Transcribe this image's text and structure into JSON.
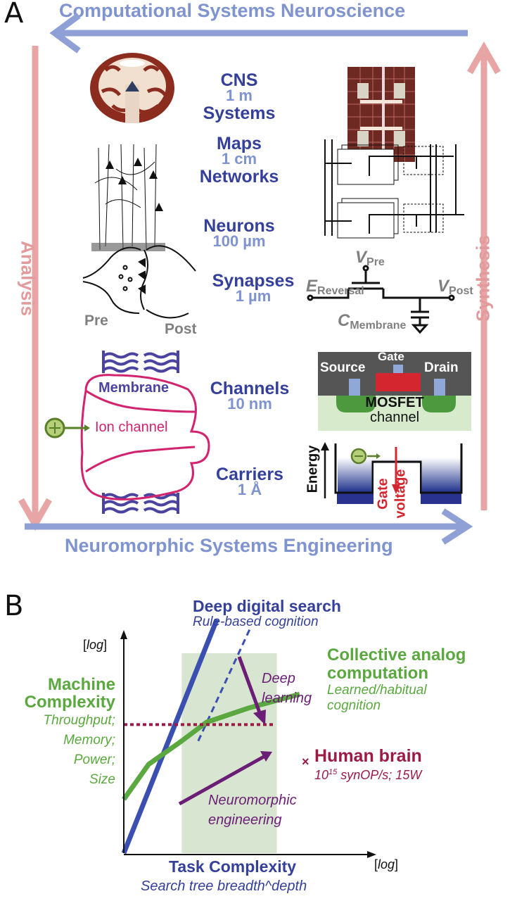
{
  "panel_a": {
    "letter": "A",
    "top_arrow_label": "Computational Systems Neuroscience",
    "bottom_arrow_label": "Neuromorphic Systems Engineering",
    "left_arrow_label": "Analysis",
    "right_arrow_label": "Synthesis",
    "levels": [
      {
        "name": "CNS",
        "scale": "1 m",
        "name2": "Systems"
      },
      {
        "name": "Maps",
        "scale": "1 cm",
        "name2": "Networks"
      },
      {
        "name": "Neurons",
        "scale": "100 µm"
      },
      {
        "name": "Synapses",
        "scale": "1 µm"
      },
      {
        "name": "Channels",
        "scale": "10 nm"
      },
      {
        "name": "Carriers",
        "scale": "1 Å"
      }
    ],
    "synapse_labels": {
      "pre": "Pre",
      "post": "Post"
    },
    "circuit_labels": {
      "v_pre": "V",
      "v_pre_sub": "Pre",
      "e_rev": "E",
      "e_rev_sub": "Reversal",
      "v_post": "V",
      "v_post_sub": "Post",
      "c_mem": "C",
      "c_mem_sub": "Membrane"
    },
    "channel_labels": {
      "membrane": "Membrane",
      "ion_channel": "Ion channel"
    },
    "mosfet_labels": {
      "source": "Source",
      "gate": "Gate",
      "drain": "Drain",
      "mosfet": "MOSFET",
      "channel": "channel"
    },
    "carrier_labels": {
      "energy": "Energy",
      "gate_voltage_1": "Gate",
      "gate_voltage_2": "voltage"
    },
    "colors": {
      "blue_arrow": "#8ea0d6",
      "pink_arrow": "#e8a5a5",
      "navy_text": "#34409a",
      "light_blue_text": "#7f93cf"
    }
  },
  "panel_b": {
    "letter": "B",
    "chart_data": {
      "type": "line",
      "title": "",
      "xlabel": "Task Complexity",
      "xlabel_sub": "Search tree breadth^depth",
      "x_unit": "[log]",
      "ylabel": "Machine Complexity",
      "ylabel_sub": [
        "Throughput;",
        "Memory;",
        "Power;",
        "Size"
      ],
      "y_unit": "[log]",
      "x_range": [
        0,
        1
      ],
      "y_range": [
        0,
        1
      ],
      "shaded_region": {
        "x": [
          0.28,
          0.74
        ],
        "color": "#d7e5d1"
      },
      "series": [
        {
          "name": "Deep digital search",
          "subtitle": "Rule-based cognition",
          "style": "solid",
          "color": "#3b4fb0",
          "points": [
            [
              0.0,
              0.0
            ],
            [
              0.45,
              1.0
            ]
          ]
        },
        {
          "name": "Deep learning projection",
          "style": "dashed",
          "color": "#3b4fb0",
          "points": [
            [
              0.36,
              0.48
            ],
            [
              0.61,
              0.96
            ]
          ]
        },
        {
          "name": "Collective analog computation",
          "subtitle": "Learned/habitual cognition",
          "style": "solid",
          "color": "#5aa83f",
          "points": [
            [
              0.0,
              0.23
            ],
            [
              0.12,
              0.38
            ],
            [
              0.28,
              0.48
            ],
            [
              0.4,
              0.56
            ],
            [
              0.6,
              0.62
            ],
            [
              0.85,
              0.68
            ]
          ]
        },
        {
          "name": "Human brain",
          "style": "dotted",
          "color": "#9b1b45",
          "points": [
            [
              0.0,
              0.55
            ],
            [
              0.73,
              0.55
            ]
          ]
        }
      ],
      "annotations": [
        {
          "text": "Deep learning",
          "type": "arrow",
          "color": "#6b1e75"
        },
        {
          "text": "Neuromorphic engineering",
          "type": "arrow",
          "color": "#6b1e75"
        },
        {
          "text": "Human brain",
          "sub": "10^15 synOP/s; 15W",
          "marker": "x",
          "color": "#9b1b45"
        }
      ]
    },
    "labels": {
      "deep_digital": "Deep digital search",
      "rule_based": "Rule-based cognition",
      "collective_1": "Collective analog",
      "collective_2": "computation",
      "learned_1": "Learned/habitual",
      "learned_2": "cognition",
      "deep_1": "Deep",
      "deep_2": "learning",
      "neuro_1": "Neuromorphic",
      "neuro_2": "engineering",
      "human_brain": "Human brain",
      "brain_stat_base": "10",
      "brain_stat_exp": "15",
      "brain_stat_rest": " synOP/s; 15W",
      "machine_1": "Machine",
      "machine_2": "Complexity",
      "machine_sub": [
        "Throughput;",
        "Memory;",
        "Power;",
        "Size"
      ],
      "task": "Task Complexity",
      "task_sub": "Search tree breadth^depth",
      "log_y": "[log]",
      "log_x": "[log]"
    }
  }
}
